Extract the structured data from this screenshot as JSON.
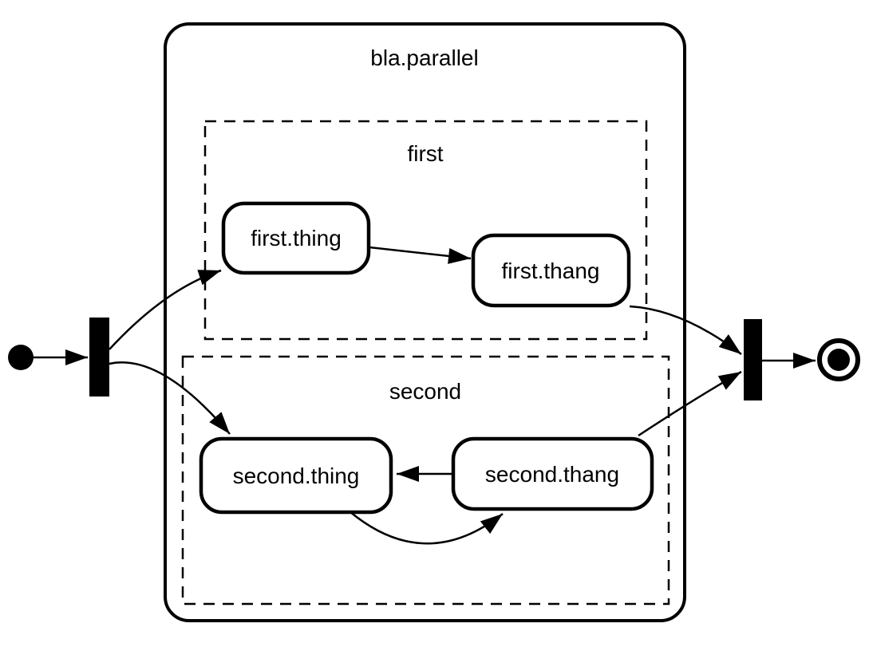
{
  "diagram": {
    "type": "uml-activity-parallel-state-diagram",
    "title": "bla.parallel",
    "regions": [
      {
        "label": "first"
      },
      {
        "label": "second"
      }
    ],
    "states": [
      {
        "label": "first.thing"
      },
      {
        "label": "first.thang"
      },
      {
        "label": "second.thing"
      },
      {
        "label": "second.thang"
      }
    ],
    "nodes": [
      {
        "kind": "initial-state"
      },
      {
        "kind": "fork-bar"
      },
      {
        "kind": "join-bar"
      },
      {
        "kind": "final-state"
      }
    ],
    "edges": [
      {
        "from": "initial",
        "to": "fork"
      },
      {
        "from": "fork",
        "to": "first.thing"
      },
      {
        "from": "fork",
        "to": "second.thing"
      },
      {
        "from": "first.thing",
        "to": "first.thang"
      },
      {
        "from": "first.thang",
        "to": "join"
      },
      {
        "from": "second.thang",
        "to": "second.thing"
      },
      {
        "from": "second.thing",
        "to": "second.thang"
      },
      {
        "from": "second.thang",
        "to": "join"
      },
      {
        "from": "join",
        "to": "final"
      }
    ],
    "colors": {
      "stroke": "#000000",
      "background": "#ffffff"
    }
  }
}
